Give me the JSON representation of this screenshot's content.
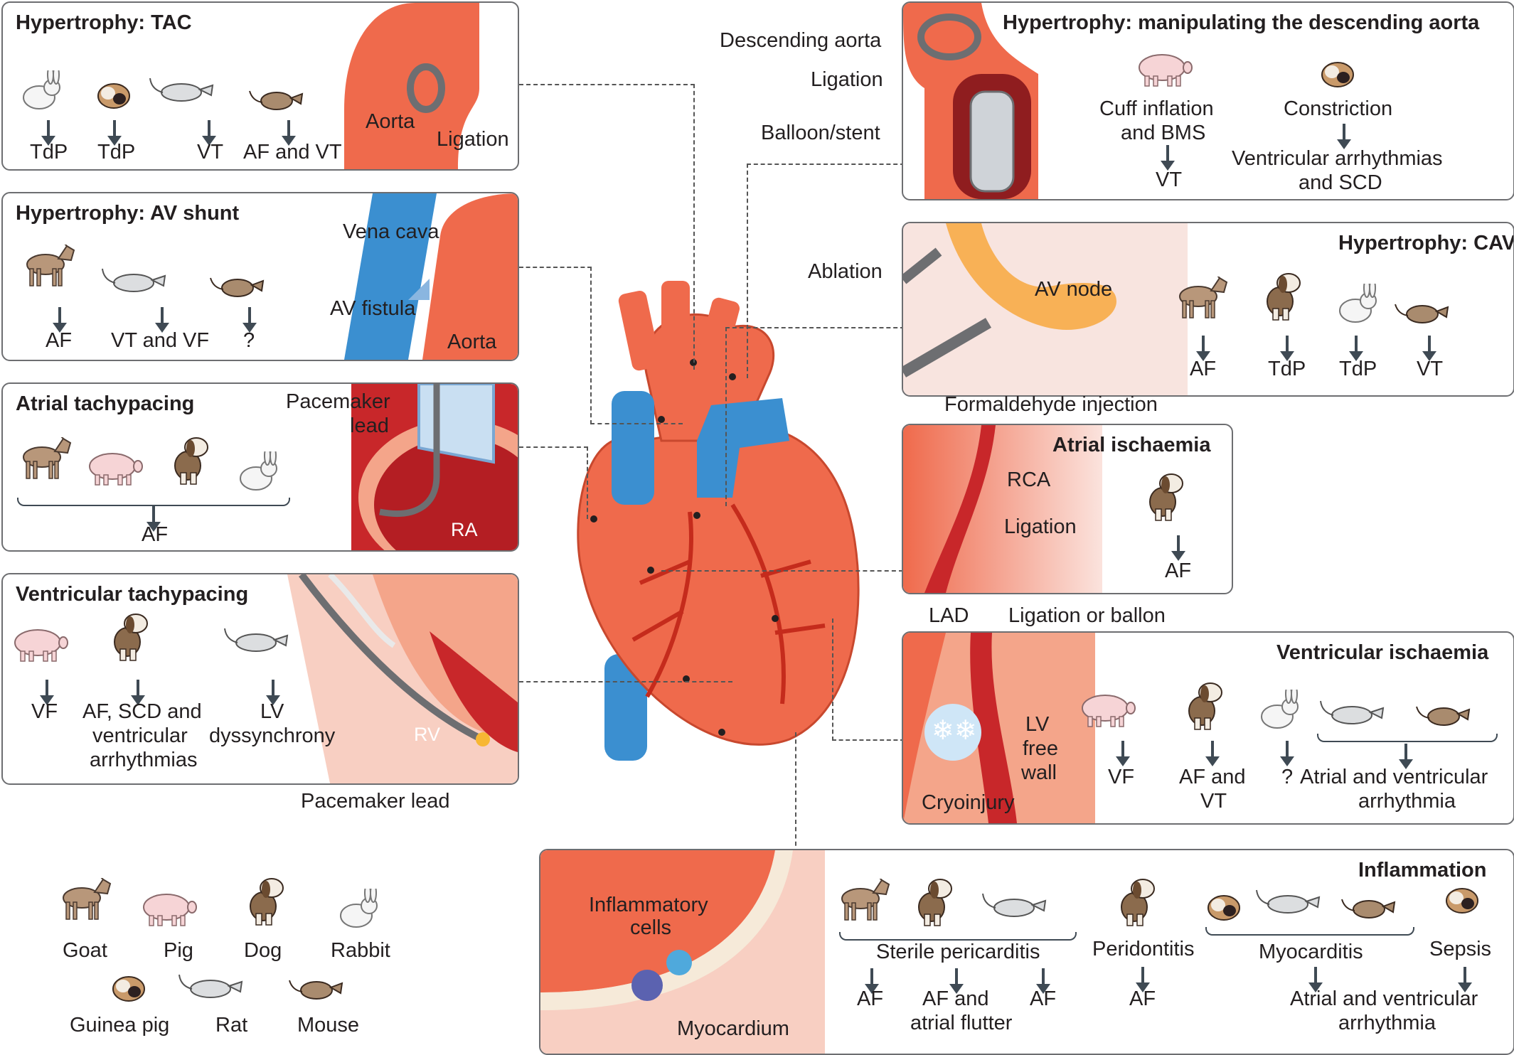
{
  "panels": {
    "tac": {
      "title": "Hypertrophy: TAC",
      "aorta": "Aorta",
      "ligation": "Ligation",
      "outcomes": [
        "TdP",
        "TdP",
        "VT",
        "AF and VT"
      ]
    },
    "av_shunt": {
      "title": "Hypertrophy: AV shunt",
      "vena_cava": "Vena cava",
      "av_fistula": "AV fistula",
      "aorta": "Aorta",
      "outcomes": [
        "AF",
        "VT and VF",
        "?"
      ]
    },
    "atrial_tachy": {
      "title": "Atrial tachypacing",
      "pacemaker_lead": "Pacemaker",
      "pacemaker_lead2": "lead",
      "ra": "RA",
      "outcome": "AF"
    },
    "ventricular_tachy": {
      "title": "Ventricular tachypacing",
      "rv": "RV",
      "pacemaker_lead": "Pacemaker lead",
      "outcomes": [
        "VF",
        "AF, SCD and",
        "ventricular",
        "arrhythmias",
        "LV",
        "dyssynchrony"
      ]
    },
    "desc_aorta": {
      "title": "Hypertrophy: manipulating the descending aorta",
      "descending_aorta": "Descending aorta",
      "ligation": "Ligation",
      "balloon": "Balloon/stent",
      "cuff1": "Cuff inflation",
      "cuff2": "and BMS",
      "cuff_outcome": "VT",
      "constriction": "Constriction",
      "constr_out1": "Ventricular arrhythmias",
      "constr_out2": "and SCD"
    },
    "cavb": {
      "title": "Hypertrophy: CAVB",
      "ablation": "Ablation",
      "av_node": "AV node",
      "injection": "Formaldehyde injection",
      "outcomes": [
        "AF",
        "TdP",
        "TdP",
        "VT"
      ]
    },
    "atrial_isch": {
      "title": "Atrial ischaemia",
      "rca": "RCA",
      "ligation": "Ligation",
      "outcome": "AF"
    },
    "ventricular_isch": {
      "title": "Ventricular ischaemia",
      "lad": "LAD",
      "ligation": "Ligation or ballon",
      "lv1": "LV",
      "lv2": "free",
      "lv3": "wall",
      "cryo": "Cryoinjury",
      "outcomes": [
        "VF",
        "AF and",
        "VT",
        "?",
        "Atrial and ventricular",
        "arrhythmia"
      ]
    },
    "inflammation": {
      "title": "Inflammation",
      "cells1": "Inflammatory",
      "cells2": "cells",
      "myocardium": "Myocardium",
      "sterile": "Sterile pericarditis",
      "periodontitis": "Peridontitis",
      "myocarditis": "Myocarditis",
      "sepsis": "Sepsis",
      "outcomes": [
        "AF",
        "AF and",
        "atrial flutter",
        "AF",
        "AF",
        "Atrial and ventricular",
        "arrhythmia"
      ]
    }
  },
  "legend": {
    "goat": "Goat",
    "pig": "Pig",
    "dog": "Dog",
    "rabbit": "Rabbit",
    "guinea_pig": "Guinea pig",
    "rat": "Rat",
    "mouse": "Mouse"
  },
  "colors": {
    "artery": "#ef6a4c",
    "vein": "#3b8fd0",
    "animal_brown": "#b8977a",
    "pig": "#f6d4d6",
    "panel_border": "#6d6e71"
  }
}
